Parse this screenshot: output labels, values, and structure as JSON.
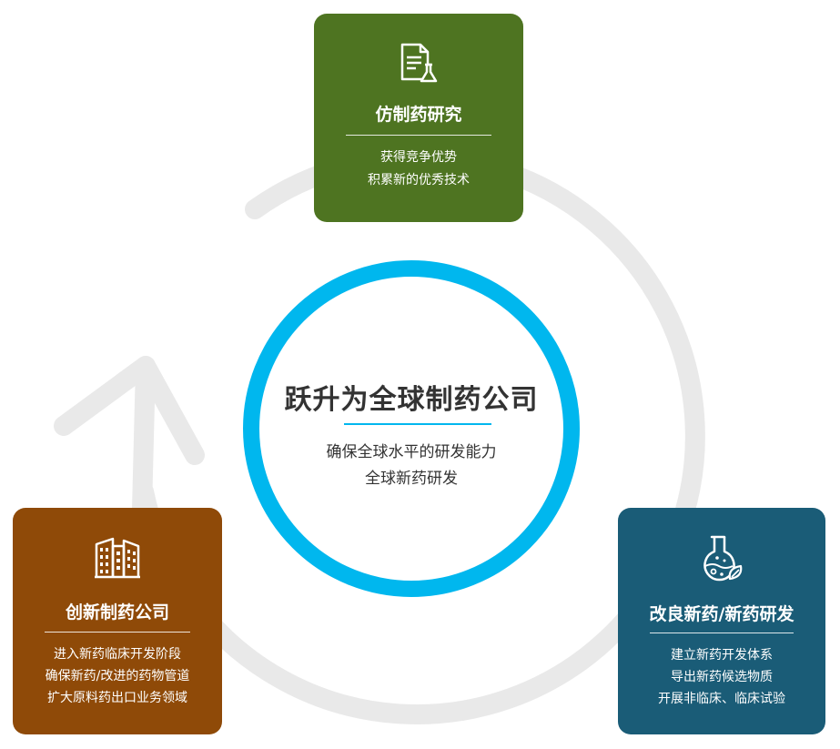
{
  "center": {
    "title": "跃升为全球制药公司",
    "lines": [
      "确保全球水平的研发能力",
      "全球新药研发"
    ]
  },
  "cards": {
    "generic": {
      "title": "仿制药研究",
      "icon": "document-flask-icon",
      "lines": [
        "获得竞争优势",
        "积累新的优秀技术"
      ],
      "color": "#4e7421"
    },
    "innovative": {
      "title": "创新制药公司",
      "icon": "building-icon",
      "lines": [
        "进入新药临床开发阶段",
        "确保新药/改进的药物管道",
        "扩大原料药出口业务领域"
      ],
      "color": "#8f4a08"
    },
    "improved": {
      "title": "改良新药/新药研发",
      "icon": "flask-leaf-icon",
      "lines": [
        "建立新药开发体系",
        "导出新药候选物质",
        "开展非临床、临床试验"
      ],
      "color": "#1a5c77"
    }
  },
  "colors": {
    "ring": "#e9e9e9",
    "center_border": "#00b7ee",
    "text_dark": "#333333"
  }
}
